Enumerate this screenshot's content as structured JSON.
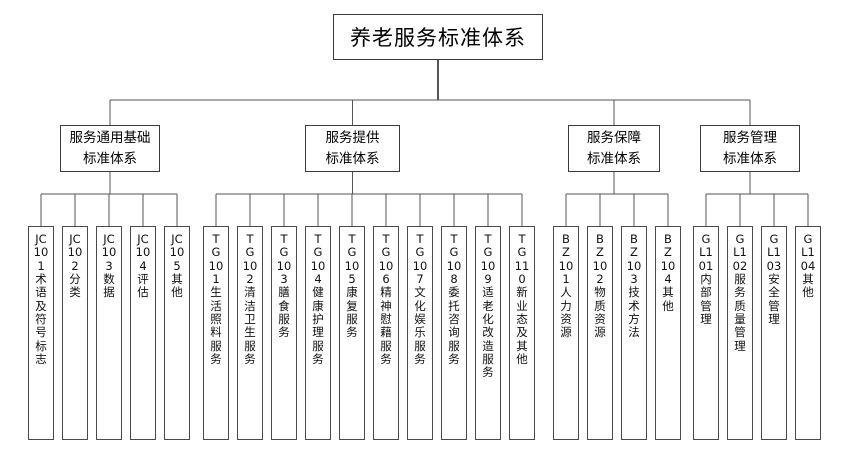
{
  "diagram": {
    "type": "organizational-tree",
    "title": "养老服务标准体系",
    "root": {
      "label": "养老服务标准体系"
    },
    "branches": [
      {
        "id": "JC",
        "label": "服务通用基础\n标准体系",
        "leaves": [
          {
            "code": "JC101",
            "name": "术语及符号标志",
            "text": "JC101术语及符号标志"
          },
          {
            "code": "JC102",
            "name": "分类",
            "text": "JC102分类"
          },
          {
            "code": "JC103",
            "name": "数据",
            "text": "JC103数据"
          },
          {
            "code": "JC104",
            "name": "评估",
            "text": "JC104评估"
          },
          {
            "code": "JC105",
            "name": "其他",
            "text": "JC105其他"
          }
        ]
      },
      {
        "id": "TG",
        "label": "服务提供\n标准体系",
        "leaves": [
          {
            "code": "TG101",
            "name": "生活照料服务",
            "text": "TG101生活照料服务"
          },
          {
            "code": "TG102",
            "name": "清洁卫生服务",
            "text": "TG102清洁卫生服务"
          },
          {
            "code": "TG103",
            "name": "膳食服务",
            "text": "TG103膳食服务"
          },
          {
            "code": "TG104",
            "name": "健康护理服务",
            "text": "TG104健康护理服务"
          },
          {
            "code": "TG105",
            "name": "康复服务",
            "text": "TG105康复服务"
          },
          {
            "code": "TG106",
            "name": "精神慰藉服务",
            "text": "TG106精神慰藉服务"
          },
          {
            "code": "TG107",
            "name": "文化娱乐服务",
            "text": "TG107文化娱乐服务"
          },
          {
            "code": "TG108",
            "name": "委托咨询服务",
            "text": "TG108委托咨询服务"
          },
          {
            "code": "TG109",
            "name": "适老化改造服务",
            "text": "TG109适老化改造服务"
          },
          {
            "code": "TG110",
            "name": "新业态及其他",
            "text": "TG110新业态及其他"
          }
        ]
      },
      {
        "id": "BZ",
        "label": "服务保障\n标准体系",
        "leaves": [
          {
            "code": "BZ101",
            "name": "人力资源",
            "text": "BZ101人力资源"
          },
          {
            "code": "BZ102",
            "name": "物质资源",
            "text": "BZ102物质资源"
          },
          {
            "code": "BZ103",
            "name": "技术方法",
            "text": "BZ103技术方法"
          },
          {
            "code": "BZ104",
            "name": "其他",
            "text": "BZ104其他"
          }
        ]
      },
      {
        "id": "GL",
        "label": "服务管理\n标准体系",
        "leaves": [
          {
            "code": "GL101",
            "name": "内部管理",
            "text": "GL101内部管理"
          },
          {
            "code": "GL102",
            "name": "服务质量管理",
            "text": "GL102服务质量管理"
          },
          {
            "code": "GL103",
            "name": "安全管理",
            "text": "GL103安全管理"
          },
          {
            "code": "GL104",
            "name": "其他",
            "text": "GL104其他"
          }
        ]
      }
    ],
    "colors": {
      "background": "#ffffff",
      "border": "#3b3b3b",
      "leaf_border": "#4a4a4a",
      "text": "#000000",
      "connector": "#555555"
    }
  }
}
